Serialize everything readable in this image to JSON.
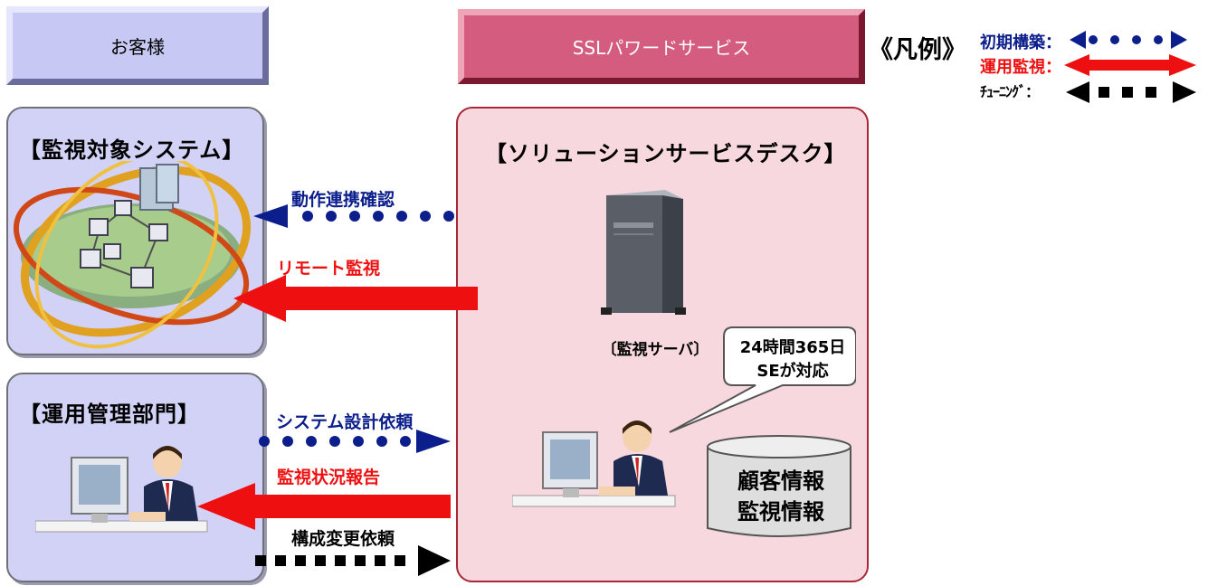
{
  "headers": {
    "customer": "お客様",
    "provider": "SSLパワードサービス"
  },
  "legend": {
    "title": "《凡例》",
    "items": [
      {
        "label": "初期構築：",
        "color": "#0c1e8c",
        "style": "dots"
      },
      {
        "label": "運用監視：",
        "color": "#ee1010",
        "style": "solid"
      },
      {
        "label": "ﾁｭｰﾆﾝｸﾞ：",
        "color": "#000000",
        "style": "squares"
      }
    ]
  },
  "panels": {
    "target_system": "【監視対象システム】",
    "operations_dept": "【運用管理部門】",
    "service_desk": "【ソリューションサービスデスク】"
  },
  "arrows": {
    "operation_check": "動作連携確認",
    "remote_monitoring": "リモート監視",
    "system_design_request": "システム設計依頼",
    "status_report": "監視状況報告",
    "config_change_request": "構成変更依頼"
  },
  "desk": {
    "server_label": "〔監視サーバ〕",
    "callout_line1": "24時間365日",
    "callout_line2": "SEが対応",
    "database_line1": "顧客情報",
    "database_line2": "監視情報"
  },
  "icons": [
    "network-system-illustration",
    "server-tower-icon",
    "operator-at-computer-icon",
    "database-cylinder-icon"
  ]
}
